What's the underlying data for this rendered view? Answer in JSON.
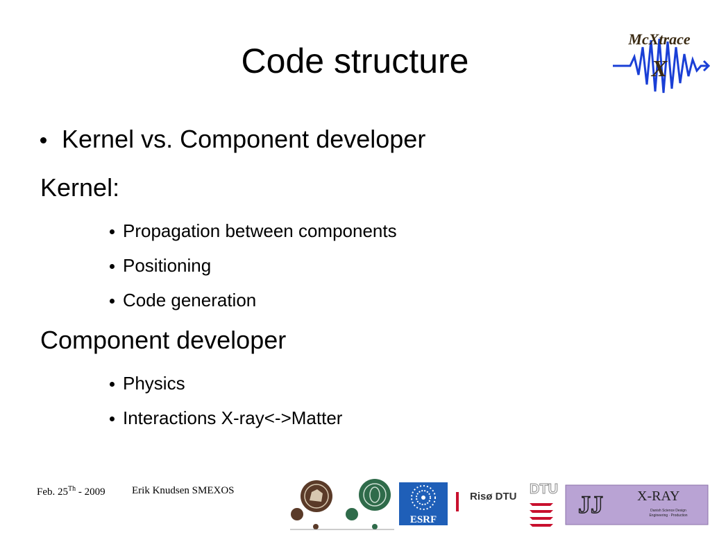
{
  "slide": {
    "title": "Code structure",
    "bullet": "Kernel vs. Component developer",
    "kernel_heading": "Kernel:",
    "kernel_items": [
      "Propagation between components",
      "Positioning",
      "Code generation"
    ],
    "component_heading": "Component developer",
    "component_items": [
      "Physics",
      "Interactions X-ray<->Matter"
    ]
  },
  "footer": {
    "date_prefix": "Feb. 25",
    "date_sup": "Th",
    "date_suffix": " - 2009",
    "author": "Erik Knudsen SMEXOS"
  },
  "logos": {
    "mcxtrace_text": "McXtrace",
    "mcxtrace_x": "X",
    "esrf": "ESRF",
    "riso": "Risø DTU",
    "dtu": "DTU",
    "jj_text": "JJ",
    "xray_text": "X-RAY",
    "jj_tagline1": "Danish Science Design",
    "jj_tagline2": "Engineering · Production"
  },
  "colors": {
    "mcx_blue": "#1a3fd6",
    "mcx_text": "#3a2a12",
    "esrf_blue": "#1f5fb8",
    "dtu_red": "#c8102e",
    "ku_brown": "#5a3a28",
    "green": "#2f6b4a",
    "jj_purple": "#b9a3d4"
  }
}
